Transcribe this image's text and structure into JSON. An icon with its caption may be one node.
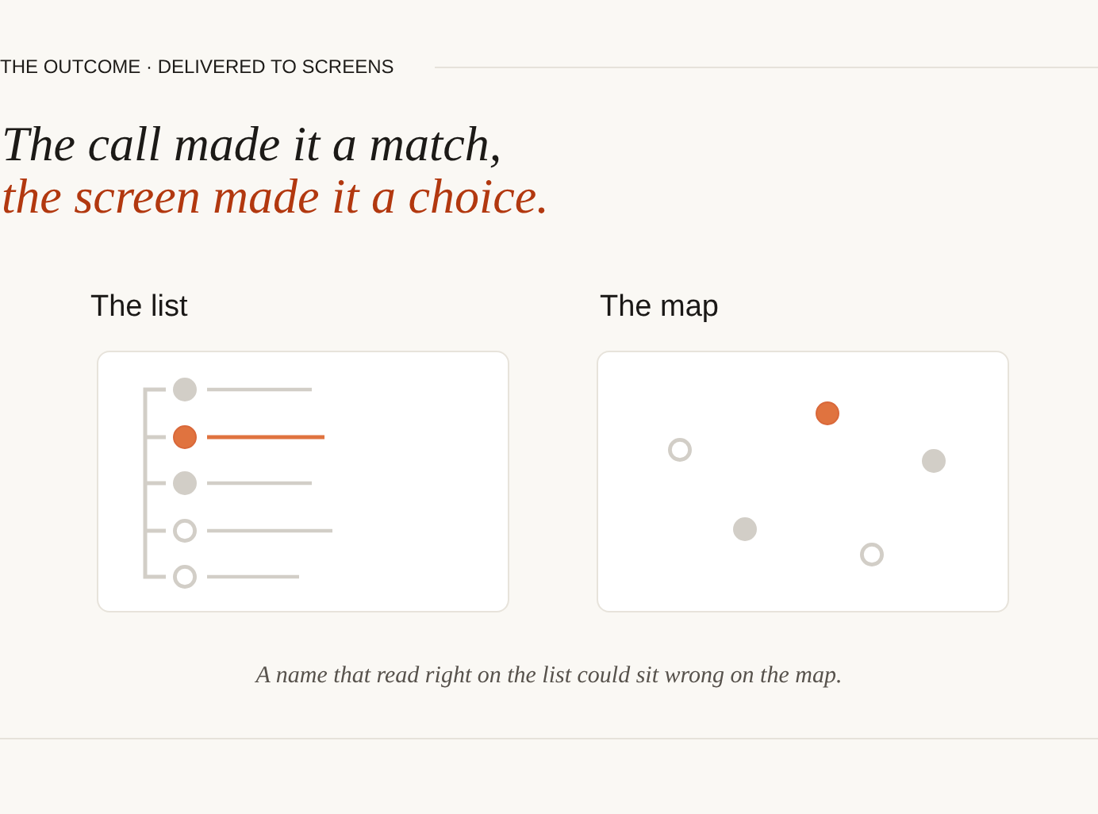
{
  "diagram": {
    "title": "The call made it a match,",
    "caption": "A name that read right on the list could sit wrong on the map.",
    "nodes": [
      {
        "text": [
          "The list"
        ]
      },
      {
        "text": [
          "The map"
        ]
      }
    ],
    "labels": [
      "THE OUTCOME · DELIVERED TO SCREENS",
      "the screen made it a choice."
    ]
  }
}
